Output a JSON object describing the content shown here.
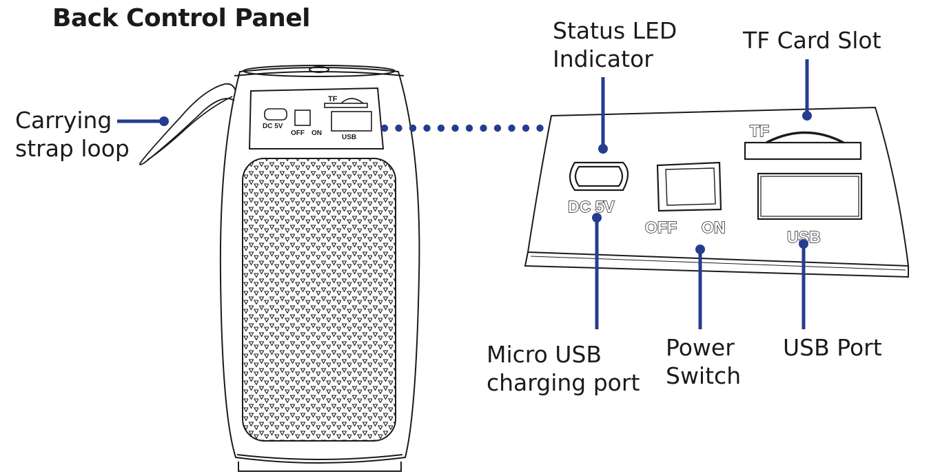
{
  "title": "Back Control Panel",
  "callouts": {
    "carrying_strap": [
      "Carrying",
      "strap loop"
    ],
    "status_led": [
      "Status LED",
      "Indicator"
    ],
    "tf_card_slot": [
      "TF Card Slot"
    ],
    "micro_usb": [
      "Micro USB",
      "charging port"
    ],
    "power_switch": [
      "Power",
      "Switch"
    ],
    "usb_port": [
      "USB Port"
    ]
  },
  "panel_printing": {
    "dc": "DC 5V",
    "off": "OFF",
    "on": "ON",
    "usb": "USB",
    "tf": "TF"
  },
  "colors": {
    "leader": "#243d8f",
    "outline": "#1a1a1a"
  }
}
